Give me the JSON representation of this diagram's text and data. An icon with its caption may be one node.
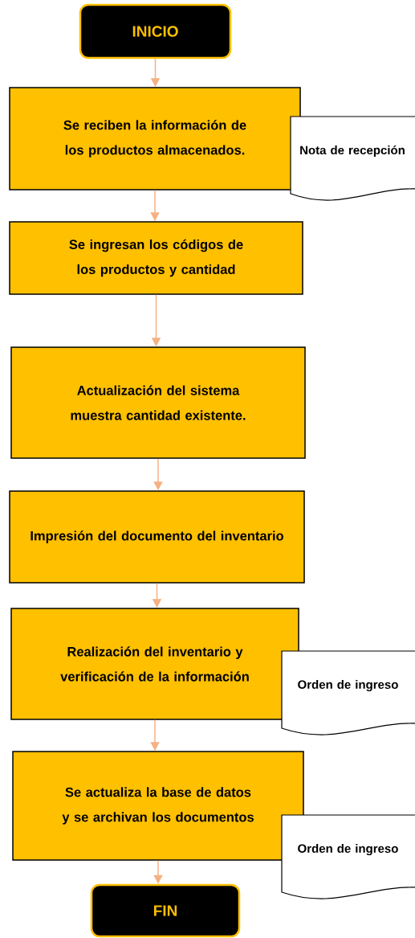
{
  "diagram": {
    "nodes": [
      {
        "text": [
          "INICIO"
        ]
      },
      {
        "text": [
          "Se reciben la información de los productos almacenados."
        ]
      },
      {
        "text": [
          "Nota de recepción"
        ]
      },
      {
        "text": [
          "Se ingresan los códigos de los productos y cantidad"
        ]
      },
      {
        "text": [
          "Actualización del sistema muestra cantidad existente."
        ]
      },
      {
        "text": [
          "Impresión del documento del inventario"
        ]
      },
      {
        "text": [
          "Realización del inventario y verificación de la información"
        ]
      },
      {
        "text": [
          "Orden de ingreso"
        ]
      },
      {
        "text": [
          "Se actualiza la base de datos y se archivan los documentos"
        ]
      },
      {
        "text": [
          "Orden de ingreso"
        ]
      },
      {
        "text": [
          "FIN"
        ]
      }
    ],
    "edges": [
      {
        "from": 0,
        "to": 1,
        "arrow": "to"
      },
      {
        "from": 1,
        "to": 3,
        "arrow": "to"
      },
      {
        "from": 3,
        "to": 4,
        "arrow": "to"
      },
      {
        "from": 4,
        "to": 5,
        "arrow": "to"
      },
      {
        "from": 5,
        "to": 6,
        "arrow": "to"
      },
      {
        "from": 6,
        "to": 8,
        "arrow": "to"
      },
      {
        "from": 8,
        "to": 10,
        "arrow": "to"
      }
    ]
  }
}
